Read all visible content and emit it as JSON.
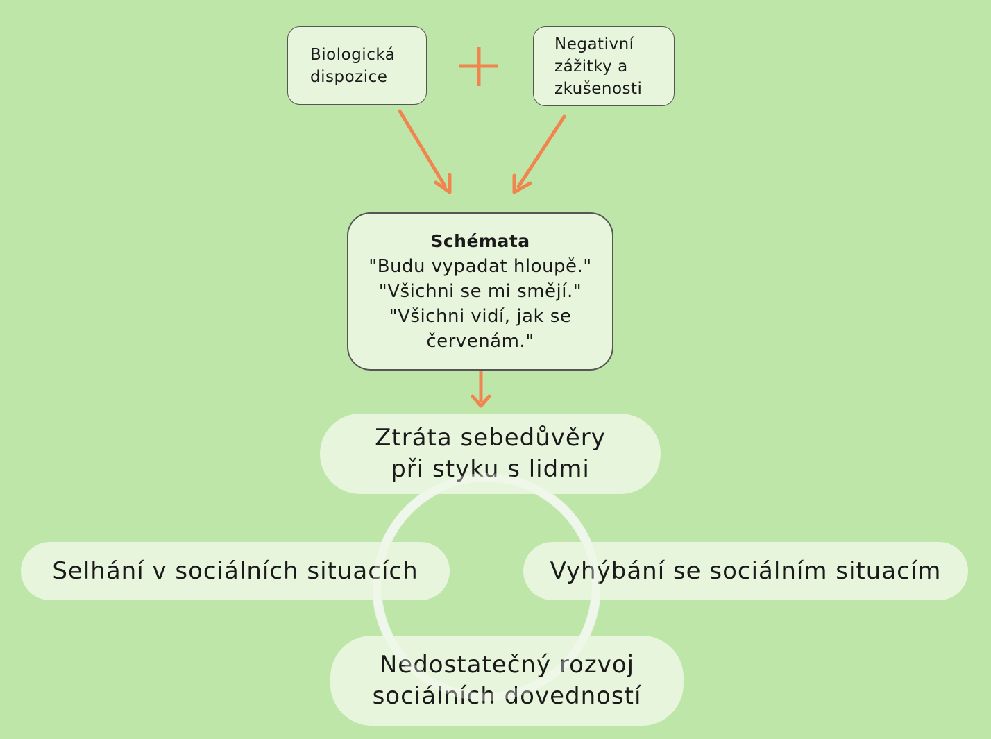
{
  "inputs": {
    "biological_disposition": "Biologická\ndispozice",
    "negative_experiences": "Negativní\nzážitky a\nzkušenosti"
  },
  "schemas": {
    "title": "Schémata",
    "quotes": [
      "\"Budu vypadat hloupě.\"",
      "\"Všichni se mi smějí.\"",
      "\"Všichni vidí, jak se\nčervenám.\""
    ]
  },
  "cycle": {
    "top": "Ztráta sebedůvěry\npři styku s lidmi",
    "right": "Vyhýbání se sociálním situacím",
    "bottom": "Nedostatečný rozvoj\nsociálních dovedností",
    "left": "Selhání v sociálních situacích"
  },
  "colors": {
    "background": "#bde6a8",
    "box_fill": "#e6f5dc",
    "box_border": "#555555",
    "arrow": "#f0854f",
    "cycle_ring": "#eef3ea"
  },
  "icons": {
    "plus": "plus-icon",
    "arrows": "arrow-icon"
  }
}
